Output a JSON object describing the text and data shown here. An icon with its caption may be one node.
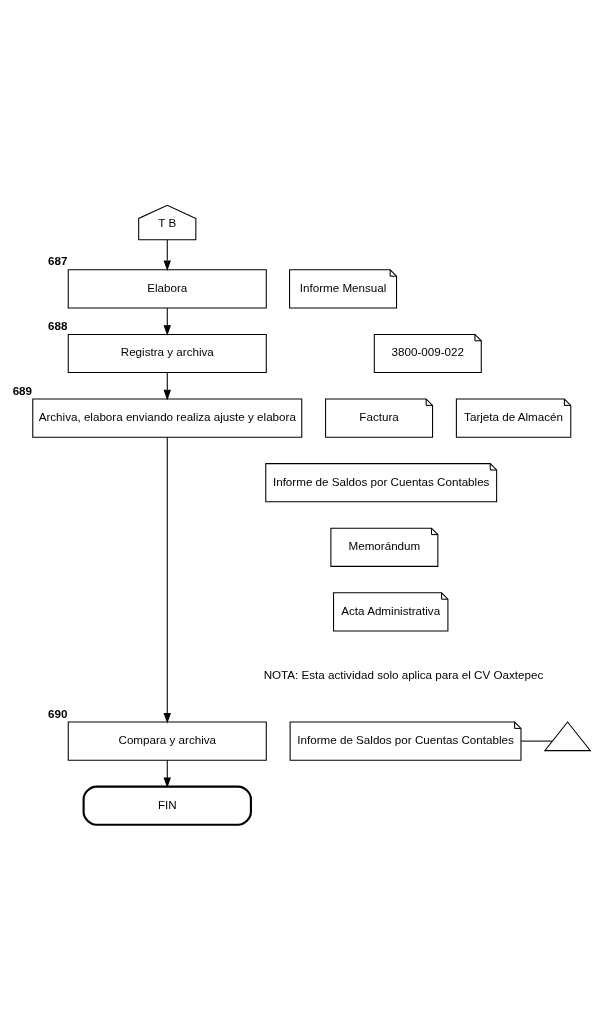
{
  "diagram": {
    "nodes": [
      {
        "text": [
          "T B"
        ]
      },
      {
        "text": [
          "Elabora"
        ],
        "beside": [
          "687"
        ]
      },
      {
        "text": [
          "Informe Mensual"
        ]
      },
      {
        "text": [
          "Registra y archiva"
        ],
        "beside": [
          "688"
        ]
      },
      {
        "text": [
          "3800-009-022"
        ]
      },
      {
        "text": [
          "Tarjeta de Almacén"
        ]
      },
      {
        "text": [
          "Archiva, elabora enviando realiza ajuste y elabora"
        ],
        "beside": [
          "689"
        ]
      },
      {
        "text": [
          "Factura"
        ]
      },
      {
        "text": [
          "Informe de Saldos por Cuentas Contables"
        ]
      },
      {
        "text": [
          "Memorándum"
        ]
      },
      {
        "text": [
          "Acta Administrativa"
        ]
      },
      {
        "text": [
          "Compara y archiva"
        ],
        "beside": [
          "690"
        ]
      },
      {
        "text": [
          "Informe de Saldos por Cuentas Contables"
        ]
      },
      {
        "text": [],
        "shape": "triangle"
      },
      {
        "text": [
          "FIN"
        ]
      }
    ],
    "edges": [
      {
        "from": 0,
        "to": 1,
        "arrow": "to"
      },
      {
        "from": 1,
        "to": 3,
        "arrow": "to"
      },
      {
        "from": 3,
        "to": 6,
        "arrow": "to"
      },
      {
        "from": 6,
        "to": 11,
        "arrow": "to"
      },
      {
        "from": 11,
        "to": 14,
        "arrow": "to"
      },
      {
        "from": 12,
        "to": 13,
        "arrow": "none"
      }
    ],
    "labels": [
      "NOTA: Esta actividad solo aplica para el CV Oaxtepec"
    ]
  }
}
